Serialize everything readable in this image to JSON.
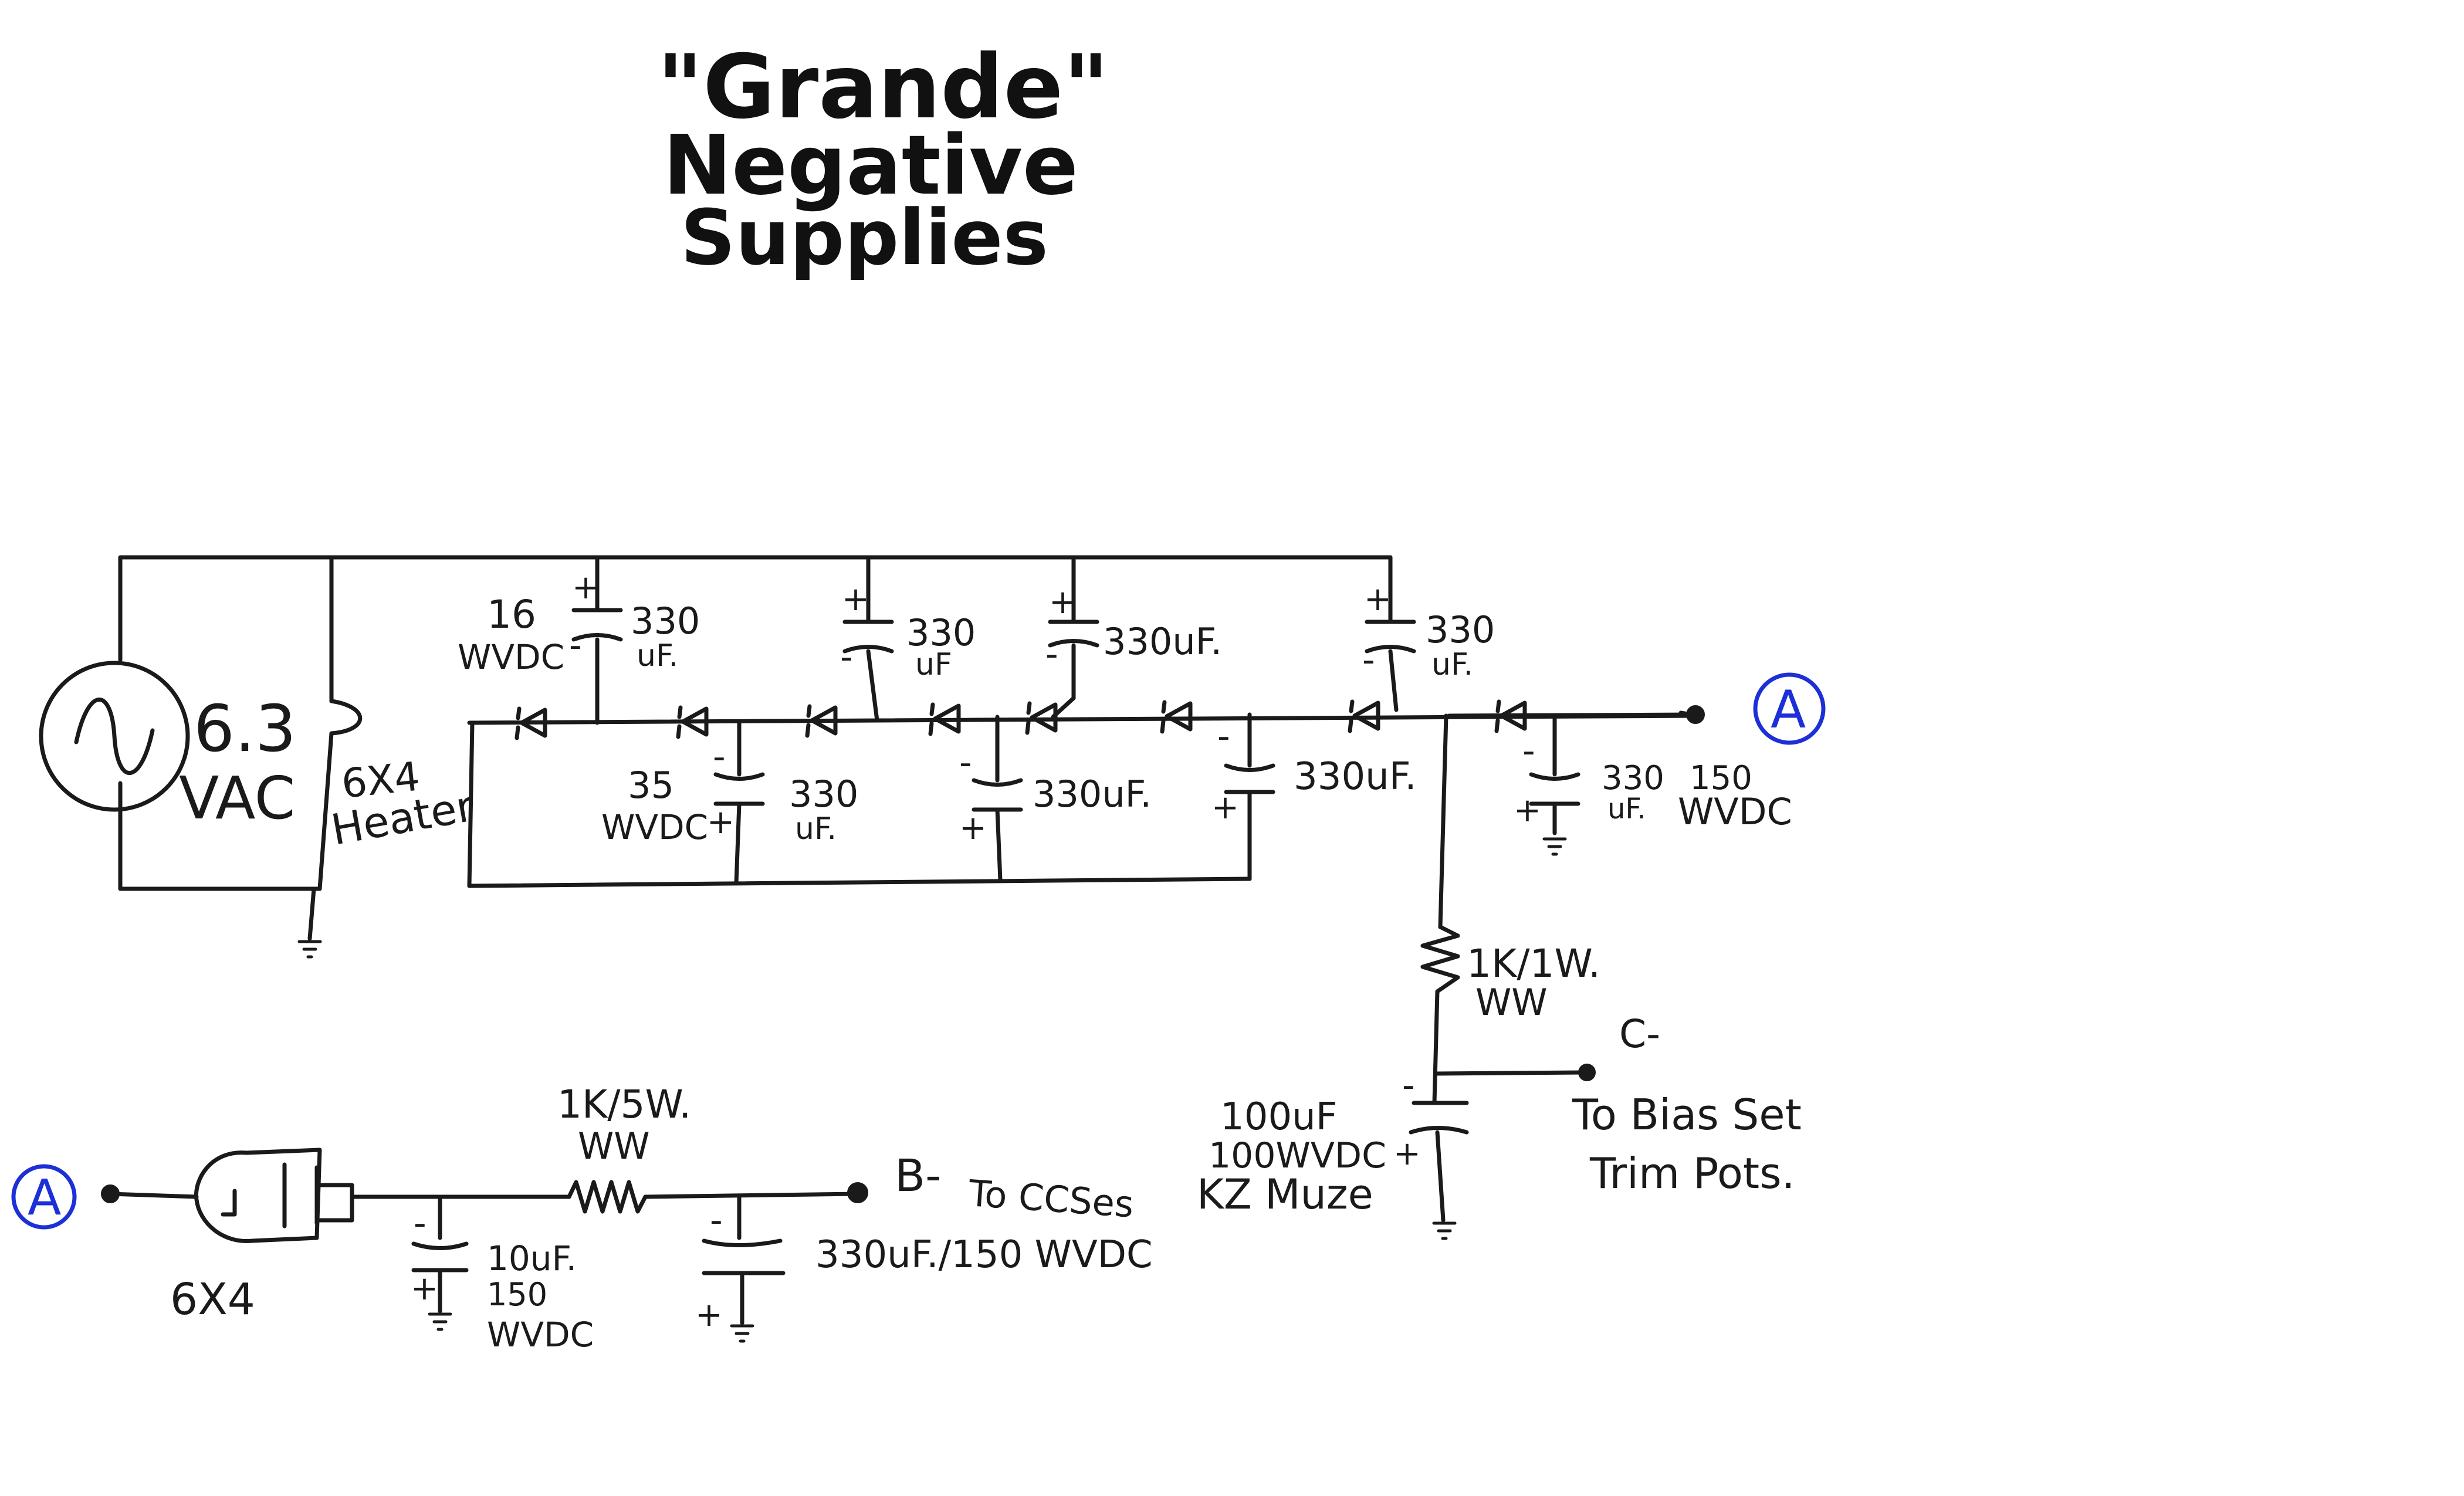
{
  "title": {
    "line1": "\"Grande\"",
    "line2": "Negative",
    "line3": "Supplies"
  },
  "source": {
    "voltage": "6.3",
    "unit": "VAC"
  },
  "heater": {
    "line1": "6X4",
    "line2": "Heater"
  },
  "connectors": {
    "a_top": "A",
    "a_bottom": "A"
  },
  "top_row_caps": {
    "c1_value": "330",
    "c1_unit": "uF.",
    "c1_rating_1": "16",
    "c1_rating_2": "WVDC",
    "c2_value": "330",
    "c2_unit": "uF",
    "c3_label": "330uF.",
    "c4_value": "330",
    "c4_unit": "uF."
  },
  "bottom_row_caps": {
    "c5_rating_1": "35",
    "c5_rating_2": "WVDC",
    "c5_value": "330",
    "c5_unit": "uF.",
    "c6_label": "330uF.",
    "c7_label": "330uF."
  },
  "output_cap": {
    "value": "330",
    "unit": "uF.",
    "rating_1": "150",
    "rating_2": "WVDC"
  },
  "resistor_1": {
    "line1": "1K/1W.",
    "line2": "WW"
  },
  "bias_node": {
    "label": "C-",
    "dest_1": "To Bias Set",
    "dest_2": "Trim Pots."
  },
  "bias_cap": {
    "line1": "100uF",
    "line2": "100WVDC",
    "line3": "KZ Muze"
  },
  "rectifier": {
    "label": "6X4"
  },
  "filter_cap_1": {
    "line1": "10uF.",
    "line2": "150",
    "line3": "WVDC"
  },
  "resistor_2": {
    "line1": "1K/5W.",
    "line2": "WW"
  },
  "b_node": {
    "label": "B-",
    "dest": "To CCSes"
  },
  "filter_cap_2": {
    "label": "330uF./150 WVDC"
  },
  "polarity": {
    "plus": "+",
    "minus": "-"
  }
}
